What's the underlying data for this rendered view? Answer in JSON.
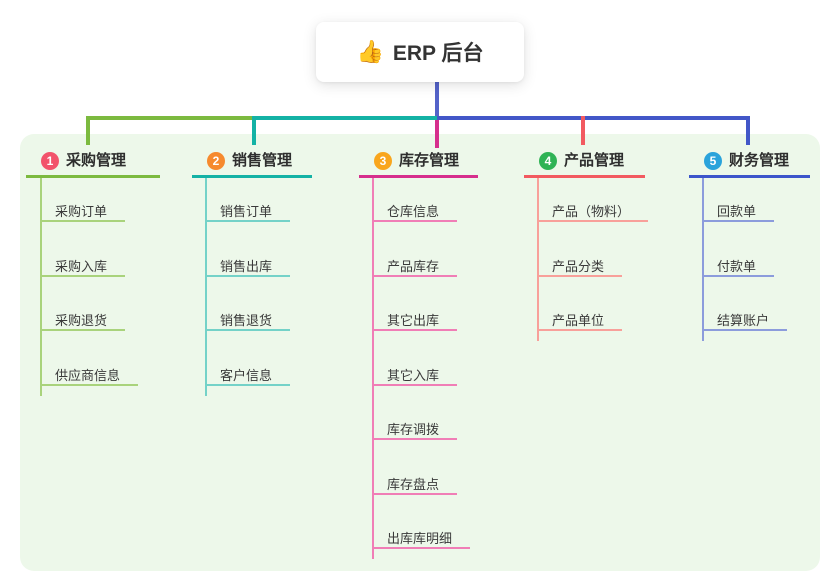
{
  "root": {
    "icon": "👍",
    "label": "ERP 后台"
  },
  "canvas": {
    "background": "#ffffff",
    "container_background": "#edf8ea",
    "root_connector_color": "#5463c9",
    "right_connector_color": "#4257c8"
  },
  "branches": [
    {
      "badge": "1",
      "label": "采购管理",
      "badge_color": "#f2536b",
      "line_color": "#7cba3f",
      "child_line_color": "#a9d37c",
      "children": [
        "采购订单",
        "采购入库",
        "采购退货",
        "供应商信息"
      ]
    },
    {
      "badge": "2",
      "label": "销售管理",
      "badge_color": "#f68a2e",
      "line_color": "#14b2a5",
      "child_line_color": "#74d2c8",
      "children": [
        "销售订单",
        "销售出库",
        "销售退货",
        "客户信息"
      ]
    },
    {
      "badge": "3",
      "label": "库存管理",
      "badge_color": "#f9a61d",
      "line_color": "#d62f8d",
      "child_line_color": "#f07eb6",
      "children": [
        "仓库信息",
        "产品库存",
        "其它出库",
        "其它入库",
        "库存调拨",
        "库存盘点",
        "出库库明细"
      ]
    },
    {
      "badge": "4",
      "label": "产品管理",
      "badge_color": "#2fb355",
      "line_color": "#f25a60",
      "child_line_color": "#f8a09a",
      "children": [
        "产品（物料）",
        "产品分类",
        "产品单位"
      ]
    },
    {
      "badge": "5",
      "label": "财务管理",
      "badge_color": "#2aa3db",
      "line_color": "#3c55cb",
      "child_line_color": "#8c9cdc",
      "children": [
        "回款单",
        "付款单",
        "结算账户"
      ]
    }
  ]
}
